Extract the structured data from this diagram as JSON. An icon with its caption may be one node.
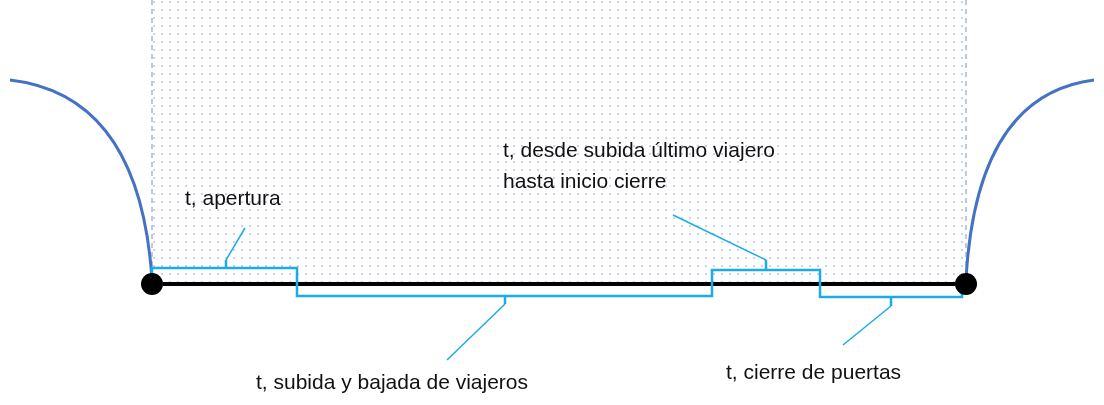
{
  "diagram": {
    "nodes": [
      {
        "text": [
          "t, apertura"
        ]
      },
      {
        "text": [
          "t, desde subida último viajero hasta inicio cierre"
        ]
      },
      {
        "text": [
          "t, subida y bajada de viajeros"
        ]
      },
      {
        "text": [
          "t, cierre de puertas"
        ]
      },
      {
        "text": [],
        "shape": "bar"
      },
      {
        "text": [],
        "shape": "bar"
      },
      {
        "text": [],
        "shape": "bar"
      },
      {
        "text": [],
        "shape": "bar"
      },
      {
        "text": [],
        "shape": "circle"
      },
      {
        "text": [],
        "shape": "circle"
      }
    ],
    "edges": [
      {
        "from": 0,
        "to": 4,
        "arrow": "none",
        "color": "#1aabe8"
      },
      {
        "from": 1,
        "to": 6,
        "arrow": "none",
        "color": "#1aabe8"
      },
      {
        "from": 2,
        "to": 5,
        "arrow": "none",
        "color": "#1aabe8"
      },
      {
        "from": 3,
        "to": 7,
        "arrow": "none",
        "color": "#1aabe8"
      },
      {
        "from": 8,
        "to": 9,
        "arrow": "none",
        "style": "thick",
        "color": "#000000"
      }
    ]
  }
}
